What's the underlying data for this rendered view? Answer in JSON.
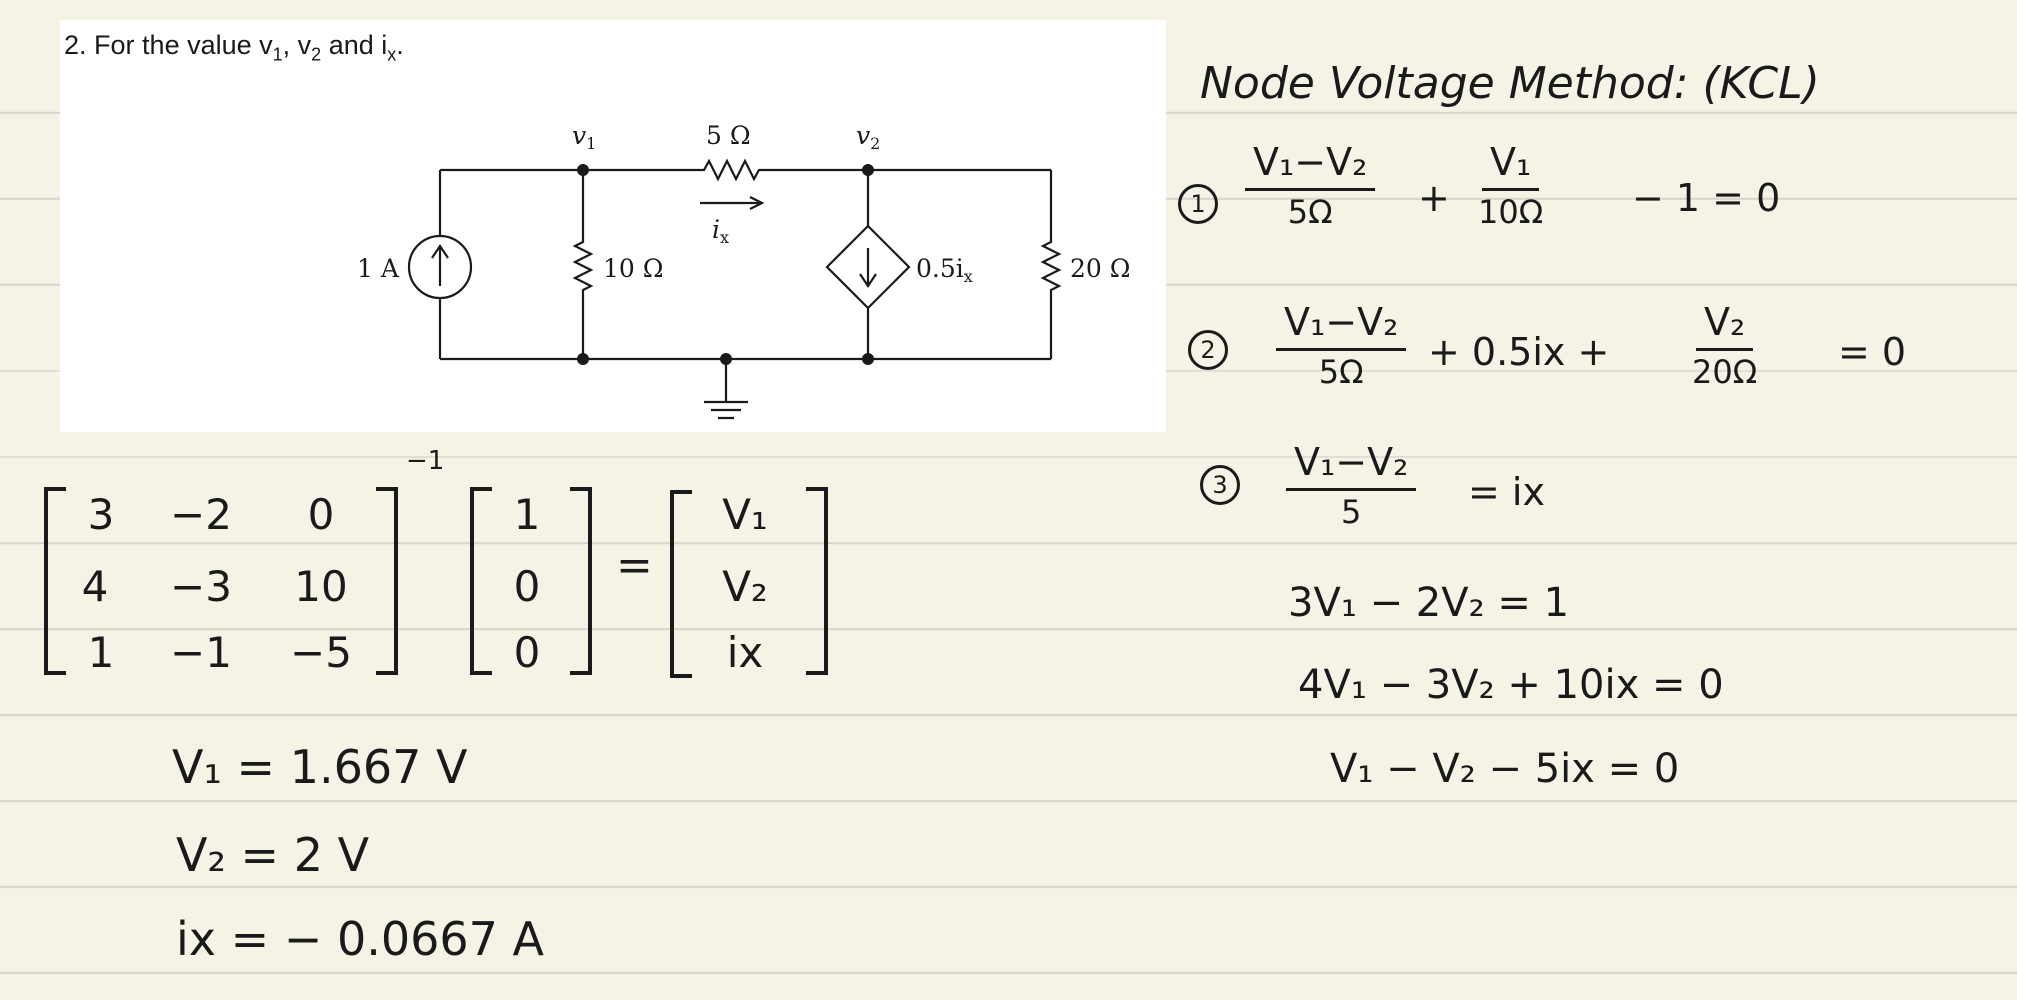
{
  "problem": {
    "number": "2.",
    "text_before": "For the value v",
    "v1_sub": "1",
    "text_mid": ", v",
    "v2_sub": "2",
    "text_and": " and i",
    "ix_sub": "x",
    "text_end": "."
  },
  "circuit": {
    "node_v1": "v",
    "node_v1_sub": "1",
    "node_v2": "v",
    "node_v2_sub": "2",
    "r_series": "5 Ω",
    "current_label": "i",
    "current_label_sub": "x",
    "source": "1 A",
    "r_shunt1": "10 Ω",
    "dep_source": "0.5i",
    "dep_source_sub": "x",
    "r_shunt2": "20 Ω"
  },
  "method": {
    "title": "Node Voltage Method: (KCL)"
  },
  "equations": {
    "eq1": {
      "marker": "1",
      "num1": "V₁−V₂",
      "den1": "5Ω",
      "plus": "+",
      "num2": "V₁",
      "den2": "10Ω",
      "tail": "− 1 = 0"
    },
    "eq2": {
      "marker": "2",
      "num1": "V₁−V₂",
      "den1": "5Ω",
      "mid": "+ 0.5ix +",
      "num2": "V₂",
      "den2": "20Ω",
      "tail": "= 0"
    },
    "eq3": {
      "marker": "3",
      "num1": "V₁−V₂",
      "den1": "5",
      "tail": "= ix"
    },
    "simplified": [
      "3V₁ − 2V₂ = 1",
      "4V₁ − 3V₂ + 10ix = 0",
      "V₁ − V₂ − 5ix = 0"
    ]
  },
  "matrix": {
    "inverse_mark": "−1",
    "A": [
      [
        "3",
        "−2",
        "0"
      ],
      [
        "4",
        "−3",
        "10"
      ],
      [
        "1",
        "−1",
        "−5"
      ]
    ],
    "b": [
      "1",
      "0",
      "0"
    ],
    "equals": "=",
    "x": [
      "V₁",
      "V₂",
      "ix"
    ]
  },
  "results": [
    "V₁ = 1.667 V",
    "V₂ = 2 V",
    "ix = − 0.0667 A"
  ]
}
